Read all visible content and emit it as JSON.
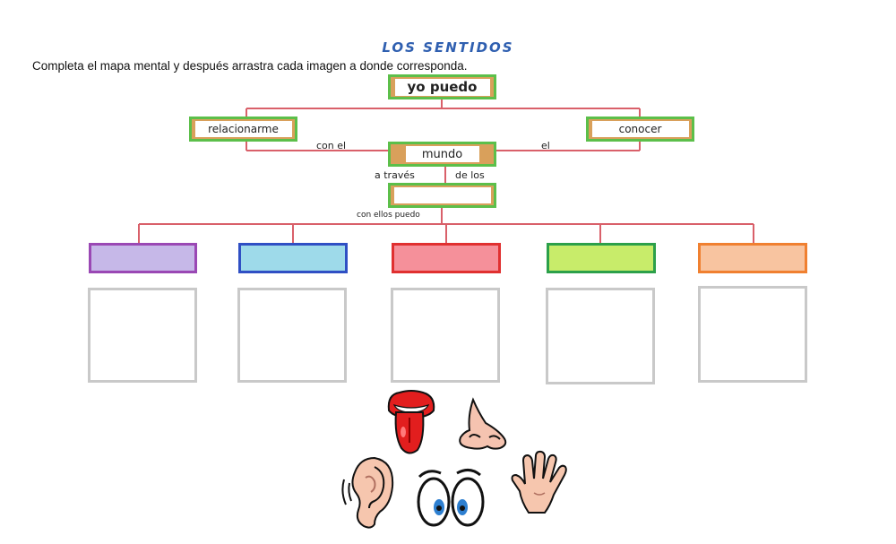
{
  "title": "LOS SENTIDOS",
  "instructions": "Completa el mapa mental y después arrastra cada imagen a donde corresponda.",
  "map": {
    "root": "yo puedo",
    "left": "relacionarme",
    "right": "conocer",
    "center": "mundo",
    "senses_box": "",
    "connectors": {
      "con_el": "con el",
      "el": "el",
      "a_traves": "a través",
      "de_los": "de los",
      "con_ellos_puedo": "con ellos puedo"
    }
  },
  "sense_boxes": [
    {
      "value": "",
      "fill": "#c6b8e8",
      "border": "#9a48b4"
    },
    {
      "value": "",
      "fill": "#9edaea",
      "border": "#2f4fc4"
    },
    {
      "value": "",
      "fill": "#f5909a",
      "border": "#e03030"
    },
    {
      "value": "",
      "fill": "#c8ec6a",
      "border": "#2ca04a"
    },
    {
      "value": "",
      "fill": "#f8c4a0",
      "border": "#f08030"
    }
  ],
  "draggables": [
    {
      "name": "mouth-tongue-image"
    },
    {
      "name": "nose-image"
    },
    {
      "name": "ear-image"
    },
    {
      "name": "eyes-image"
    },
    {
      "name": "hand-image"
    }
  ],
  "colors": {
    "accent_box": "#5cbf4a",
    "tree_line": "#d9606a"
  }
}
